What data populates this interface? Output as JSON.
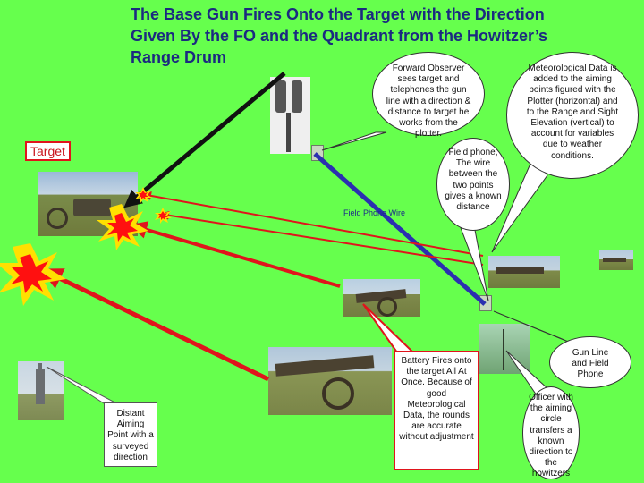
{
  "title": "The Base Gun Fires Onto the Target with the Direction Given By the FO and the Quadrant from the Howitzer’s Range Drum",
  "labels": {
    "target": "Target",
    "field_phone_wire": "Field Phone Wire"
  },
  "callouts": {
    "forward_observer": "Forward Observer sees target and telephones the gun line with a direction & distance to target he works from the plotter.",
    "meteorological": "Meteorological Data is added to the aiming points figured with the Plotter (horizontal) and to the Range and Sight Elevation (vertical) to account for variables due to weather conditions.",
    "field_phone": "Field phone, The wire between the two points gives a known distance",
    "distant_aiming": "Distant Aiming Point with a surveyed direction",
    "battery_fires": "Battery Fires onto the target All At Once. Because of good Meteorological Data, the rounds are accurate without adjustment",
    "gun_line": "Gun Line and Field Phone",
    "officer": "Officer with the aiming circle transfers a known direction to the howitzers"
  },
  "colors": {
    "background": "#66ff4d",
    "title": "#1b2a80",
    "arrow_red": "#e0141c",
    "arrow_black": "#111111",
    "wire_blue": "#2b2fb0",
    "explosion_red": "#ff1010",
    "explosion_yellow": "#ffe000"
  }
}
